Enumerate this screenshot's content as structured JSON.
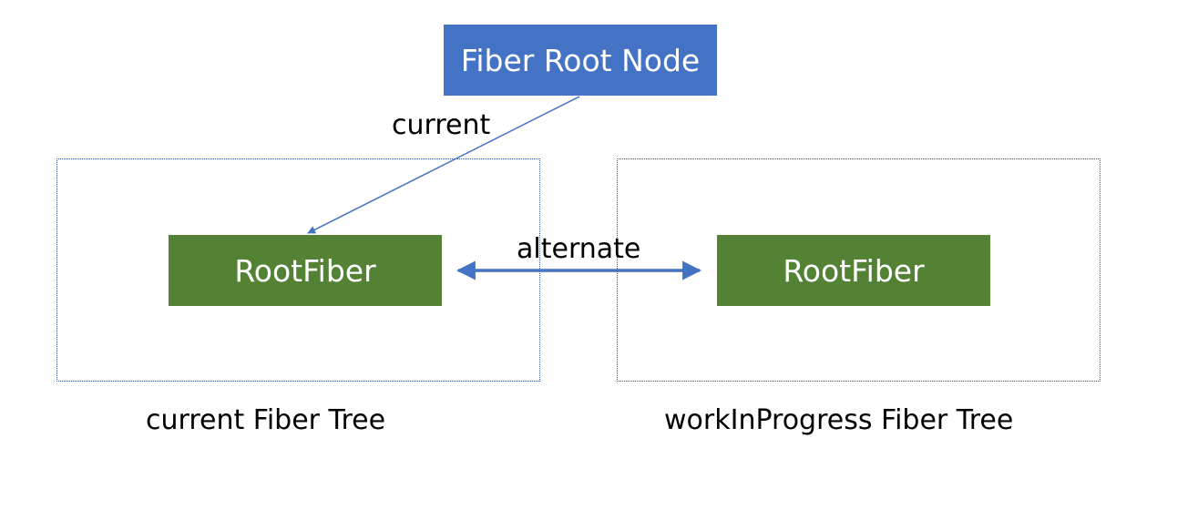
{
  "nodes": {
    "fiber_root_node": "Fiber Root Node",
    "current_root_fiber": "RootFiber",
    "wip_root_fiber": "RootFiber"
  },
  "edges": {
    "current_label": "current",
    "alternate_label": "alternate"
  },
  "trees": {
    "current_caption": "current Fiber Tree",
    "wip_caption": "workInProgress Fiber Tree"
  },
  "colors": {
    "root_node_fill": "#4472c4",
    "root_fiber_fill": "#548235",
    "edge_color": "#4472c4",
    "tree_border": "#2f5597"
  }
}
